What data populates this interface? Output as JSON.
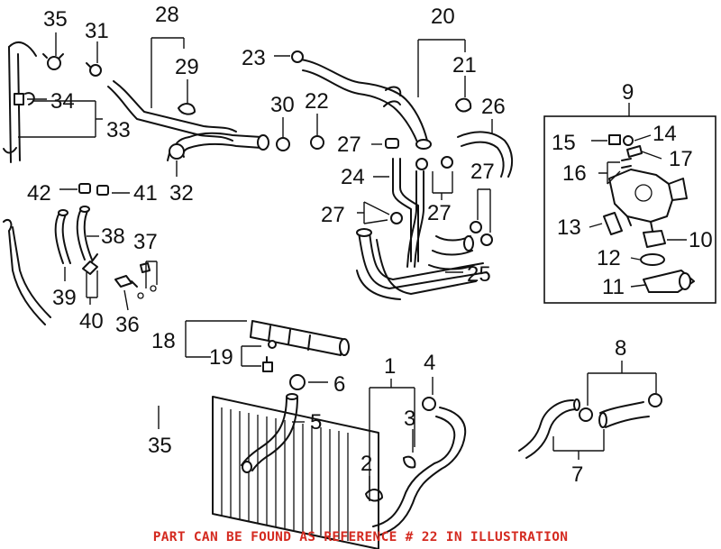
{
  "callouts": {
    "n1": "1",
    "n2": "2",
    "n3": "3",
    "n4": "4",
    "n5": "5",
    "n6": "6",
    "n7": "7",
    "n8": "8",
    "n9": "9",
    "n10": "10",
    "n11": "11",
    "n12": "12",
    "n13": "13",
    "n14": "14",
    "n15": "15",
    "n16": "16",
    "n17": "17",
    "n18": "18",
    "n19": "19",
    "n20": "20",
    "n21": "21",
    "n22": "22",
    "n23": "23",
    "n24": "24",
    "n25": "25",
    "n26": "26",
    "n27a": "27",
    "n27b": "27",
    "n27c": "27",
    "n27d": "27",
    "n28": "28",
    "n29": "29",
    "n30": "30",
    "n31": "31",
    "n32": "32",
    "n33": "33",
    "n34": "34",
    "n35a": "35",
    "n35b": "35",
    "n36": "36",
    "n37": "37",
    "n38": "38",
    "n39": "39",
    "n40": "40",
    "n41": "41",
    "n42": "42"
  },
  "footer_note": "PART CAN BE FOUND AS REFERENCE # 22 IN ILLUSTRATION",
  "colors": {
    "line": "#111111",
    "footer": "#d42a20",
    "background": "#ffffff"
  }
}
